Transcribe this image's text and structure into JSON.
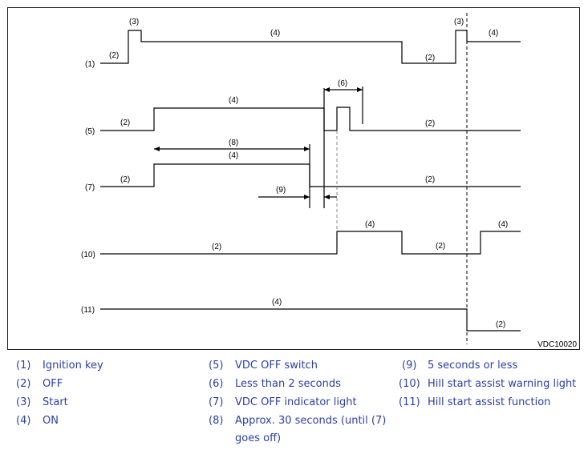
{
  "figure_code": "VDC10020",
  "labels": {
    "n1": "(1)",
    "n2": "(2)",
    "n3": "(3)",
    "n4": "(4)",
    "n5": "(5)",
    "n6": "(6)",
    "n7": "(7)",
    "n8": "(8)",
    "n9": "(9)",
    "n10": "(10)",
    "n11": "(11)"
  },
  "legend": [
    {
      "num": "(1)",
      "text": "Ignition key"
    },
    {
      "num": "(2)",
      "text": "OFF"
    },
    {
      "num": "(3)",
      "text": "Start"
    },
    {
      "num": "(4)",
      "text": "ON"
    },
    {
      "num": "(5)",
      "text": "VDC OFF switch"
    },
    {
      "num": "(6)",
      "text": "Less than 2 seconds"
    },
    {
      "num": "(7)",
      "text": "VDC OFF indicator light"
    },
    {
      "num": "(8)",
      "text": "Approx. 30 seconds (until (7)"
    },
    {
      "num": "",
      "text": "goes off)"
    },
    {
      "num": "(9)",
      "text": "5 seconds or less"
    },
    {
      "num": "(10)",
      "text": "Hill start assist warning light"
    },
    {
      "num": "(11)",
      "text": "Hill start assist function"
    }
  ],
  "colors": {
    "legend_text": "#2b3fa8",
    "line": "#000000"
  }
}
